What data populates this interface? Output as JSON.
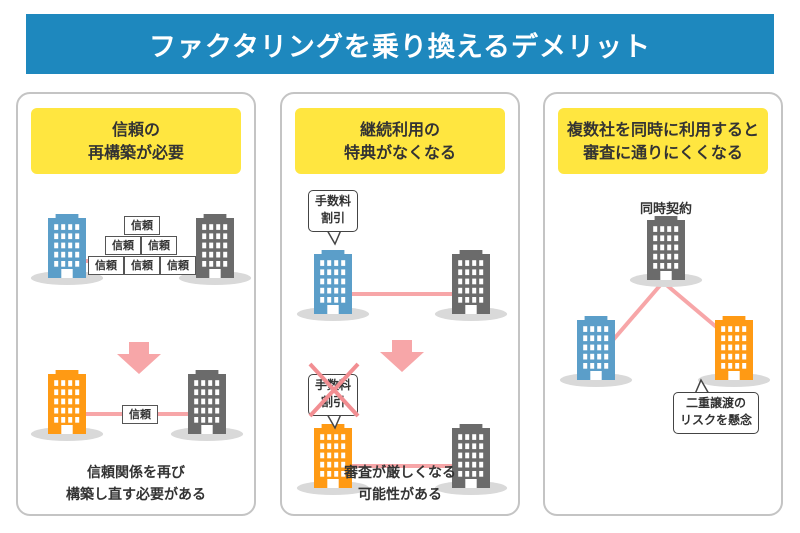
{
  "title": "ファクタリングを乗り換えるデメリット",
  "panels": [
    {
      "heading_line1": "信頼の",
      "heading_line2": "再構築が必要",
      "trust_label": "信頼",
      "caption_line1": "信頼関係を再び",
      "caption_line2": "構築し直す必要がある"
    },
    {
      "heading_line1": "継続利用の",
      "heading_line2": "特典がなくなる",
      "bubble_line1": "手数料",
      "bubble_line2": "割引",
      "caption_line1": "審査が厳しくなる",
      "caption_line2": "可能性がある"
    },
    {
      "heading_line1": "複数社を同時に利用すると",
      "heading_line2": "審査に通りにくくなる",
      "top_label": "同時契約",
      "bubble_line1": "二重譲渡の",
      "bubble_line2": "リスクを懸念"
    }
  ],
  "colors": {
    "title_bg": "#1e88be",
    "heading_bg": "#ffe640",
    "blue_building": "#5b9ec9",
    "gray_building": "#6b6b6b",
    "orange_building": "#ff9a14",
    "link_line": "#f7a6a8",
    "arrow": "#f7a6a8",
    "cross": "#f28e92"
  }
}
